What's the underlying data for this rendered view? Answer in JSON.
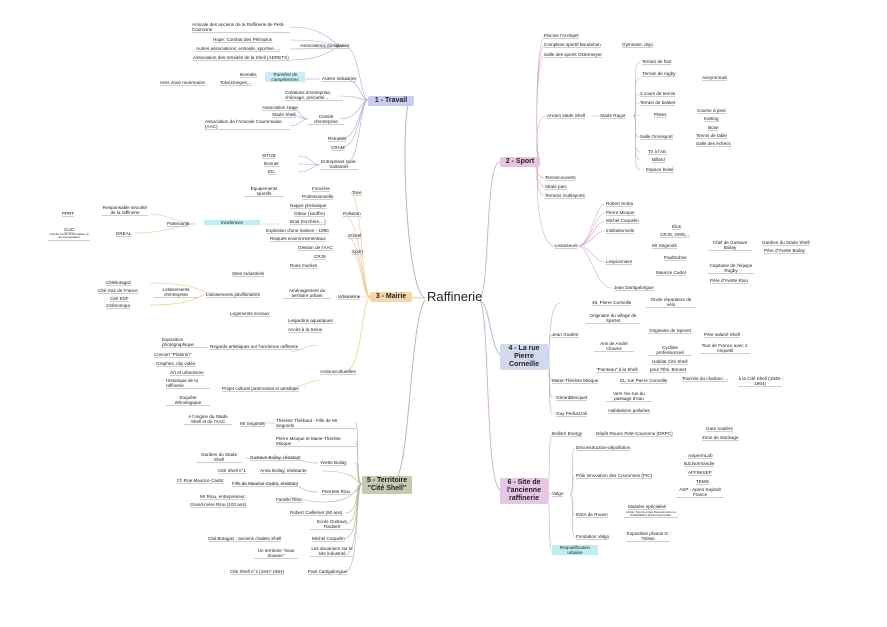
{
  "center": "Raffinerie",
  "main_nodes": {
    "travail": "1 - Travail",
    "sport": "2 - Sport",
    "mairie": "3 - Mairie",
    "rue": "4 - La rue Pierre Corneille",
    "territoire": "5 - Territoire \"Cité Shell\"",
    "site": "6 - Site de l'ancienne raffinerie"
  },
  "colors": {
    "travail": "#c9cbf0",
    "sport": "#e9c2df",
    "mairie": "#f3d7a9",
    "rue": "#d3d9ec",
    "territoire": "#c6c8b0",
    "site": "#e5c7e6",
    "link_travail": "#a7a9e6",
    "link_sport": "#d9a8cf",
    "link_mairie": "#f1c27a",
    "link_rue": "#a9b4d6",
    "link_territoire": "#b3b596",
    "link_site": "#d3a8d6",
    "incidences_bg": "#bfeef0",
    "transfert_bg": "#c6eef3",
    "requal_bg": "#bfeef0"
  },
  "travail": {
    "amicale": "Amicale des anciens de la Raffinerie de Petit-Couronne",
    "hope": "Hope: Combat des Pétroplus",
    "autres_assoc": "Autres associations: entraide, sportive, ...",
    "assoc_retraites": "Association des retraités de la Shell (ADRETS)",
    "assoc_ex": "Associations ex-salariés",
    "borealis": "Borealis",
    "total": "Total,Donges,...",
    "hors_zone": "Hors zone rouennaise",
    "transfert": "Transfert de compétences",
    "autres_industries": "Autres Industries",
    "creations": "Créations d'entreprise, chômage, précarité...",
    "assoc_hope": "Association Hope",
    "stade_shell": "Stade Shell",
    "assoc_aac": "Association de l'Amicale Couronnaise (AAC)",
    "comite": "Comité d'entreprise",
    "retraites": "Retraités",
    "cram": "CRAM",
    "situb": "SITUB",
    "bonnet": "Bonnet",
    "etc": "Etc.",
    "entreprises": "Entreprises sous-traitantes"
  },
  "mairie": {
    "equipements": "Equipements sportifs",
    "fonciere": "Foncière",
    "professionnelle": "Professionnelle",
    "taxe": "Taxe",
    "nappe": "Nappe phréatique",
    "odeur": "Odeur (souffre)",
    "bruit": "Bruit (torchère,...)",
    "pollution": "Pollution",
    "pprt": "PPRT",
    "responsable": "Responsable sécurité de la raffinerie",
    "partenariat": "Partenariat",
    "incidences": "Incidences",
    "clic": "CLIC",
    "clic_sub": "Comité Local d'Information et de Concertation",
    "dreal": "DREAL",
    "explosion": "Explosion d'une maison - 1990",
    "risques": "Risques environnementaux",
    "surete": "Sûreté",
    "gestion_aac": "Gestion de l'AAC",
    "crjs": "CRJS",
    "sport": "Sport",
    "sites": "Sites industriels",
    "rues": "Rues murées",
    "citebutagaz": "CitéButagaz",
    "citegaz": "Cité Gaz de France",
    "citeedf": "Cité EDF",
    "citesonopa": "CitéSonopa",
    "lot_entreprise": "Lotissements d'entreprise",
    "lot_pav": "Lotissements pavillonaires",
    "amenagement": "Aménagement du territoire urbain",
    "logements": "Logements sociaux",
    "jardins": "Lesjardins aquatiques",
    "acces": "Accès à la Seine",
    "urbanisme": "Urbanisme",
    "exposition": "Exposition photographique",
    "concert": "Concert \"Plastron\"",
    "graphes": "Graphes, clip vidéo",
    "regards": "Regards artistiques sur l'ancienne raffinerie",
    "art": "Art et urbanisme",
    "historique": "Historique de la raffinerie",
    "enquete": "Enquête ethnologique",
    "projet": "Projet culturel patrimonial et artistique",
    "actions": "Actionsculturelles"
  },
  "territoire": {
    "origine": "A l'origine du Stade Shell et de l'AAC",
    "segonds": "Mr Segonds",
    "therese": "Thérèse Thiébaut - Fille de Mr Segonds",
    "pierre": "Pierre Mioque et Marie-Thérèse Mioque",
    "gardien": "Gardien du Stade Shell",
    "gustave": "Gustave Boilay, résistant",
    "yvette": "Yvette Boilay",
    "cite1": "Cité Shell n°1",
    "anna": "Anna Boilay, résistante",
    "cf": "Cf. Rue Maurice Cadot",
    "fille_cadot": "Fille de Maurice Cadot, résistant",
    "pierrette": "Pierrette Riou",
    "riou": "Mr Riou, entrepreneur",
    "grandmere": "Grand-mère Riou (103 ans)",
    "famille": "Famille Riou",
    "robert": "Robert Caillemet (90 ans)",
    "ecole": "Ecole Gustave Flaubert",
    "butagaz": "Cité Butagaz : anciens chalets Shell",
    "michel": "Michel Coquelin",
    "territoire": "Un territoire \"sous douane\"",
    "douaniers": "Les douaniers sur le site industriel",
    "cite2": "Cité Shell n°2 (1947-1964)",
    "paul": "Paul Cartigalongue"
  },
  "sport": {
    "piscine": "Piscine l'Archipel",
    "complexe": "Complexe sportif Boudehan",
    "gymnase": "Gymnase, dojo",
    "salle": "Salle des sports Ostermeyer",
    "terrain_foot": "Terrain de foot",
    "terrain_rugby": "Terrain de rugby",
    "aveyronnais": "Aveyronnais",
    "tennis3": "3 cours de tennis",
    "basket": "Terrain de basket",
    "course": "Course à pied",
    "karting": "Karting",
    "pistes": "Pistes",
    "ancien_stade": "Ancien stade Shell",
    "stade_ragot": "Stade Ragot",
    "omnisport": "Salle Omnisport",
    "boxe": "Boxe",
    "tennis_table": "Tennis de table",
    "echecs": "Salle des échecs",
    "tir": "Tir à l'arc",
    "billard": "Billard",
    "espace": "Espace boisé",
    "tennis_couverts": "Tenniscouverts",
    "skate": "Skate parc",
    "multisports": "Terrains multisports",
    "robert": "Robert Sroka",
    "pierre": "Pierre Mioque",
    "michel": "Michel Coquelin",
    "elus": "Élus",
    "crjs": "CRJS, OMS,...",
    "institutionnels": "Institutionnels",
    "segonds": "Mr Segonds",
    "chef": "Chef de Gustave Boilay",
    "gardien": "Gardien du Stade Shell",
    "pere_yvette": "Père d'Yvette Boilay",
    "pauldubos": "PaulDubos",
    "pionniers": "Lespionniers",
    "cadot": "Maurice Cadot",
    "capitaine": "Capitaine de l'équipe Rugby",
    "pere_riou": "Père d'Yvette Riou",
    "jean_d": "Jean Dartigalongue",
    "acteurs": "Lesacteurs"
  },
  "rue": {
    "n48": "48, Pierre Corneille",
    "oncle": "Oncle réparateur de vélo",
    "originaire": "Originaire du village de Spezet",
    "jean": "Jean Godéré",
    "orig_spezet": "Originaire de Spezet",
    "pere_salarie": "Père salarié Shell",
    "ami": "Ami de André Cloarec",
    "cycliste": "Cycliste professionnel",
    "tour": "Tour de France avec J. Anquetil",
    "habitat": "Habitat Cité Shell",
    "pointeau": "\"Pointeau\" à la Shell",
    "pour": "pour l'Éts. Bonnet",
    "marie": "Marie-Thérèse Mioque",
    "n51": "51, rue Pierre Corneille",
    "tournee": "Tournée du charbon ...",
    "cite_shell": "à la Cité Shell (1945-1964)",
    "gerard": "GérardBecquet",
    "vers": "Vers l'ex-rue du passage d'eau",
    "guy": "Guy Pedrazzoli",
    "habitations": "Habitations polluées"
  },
  "site": {
    "bollore": "Bolloré Energy",
    "depot": "Dépôt Rouen Petit-Couronne (DRPC)",
    "gare": "Gare routière",
    "zone": "Zone de stockage",
    "deconstruction": "Déconstruction-dépollution",
    "axiperm": "AxipermLab",
    "bjl": "BJLNormandie",
    "affinisep": "AFFINISEP",
    "tems": "TEMS",
    "asp": "ASP - Apres Saybolt France",
    "pole": "Pôle Innovation des Couronnes (PIC)",
    "valgo": "Valgo",
    "mastere": "Mastère spécialisé",
    "mastere_sub": "Article \"Chef de projet Déconstruction et Réhabilitation Environnementale\"",
    "insa": "INSA de Rouen",
    "fondation": "Fondation Valgo",
    "expo": "Exposition photos D. Tolstoi",
    "requal": "Requalification urbaine"
  }
}
